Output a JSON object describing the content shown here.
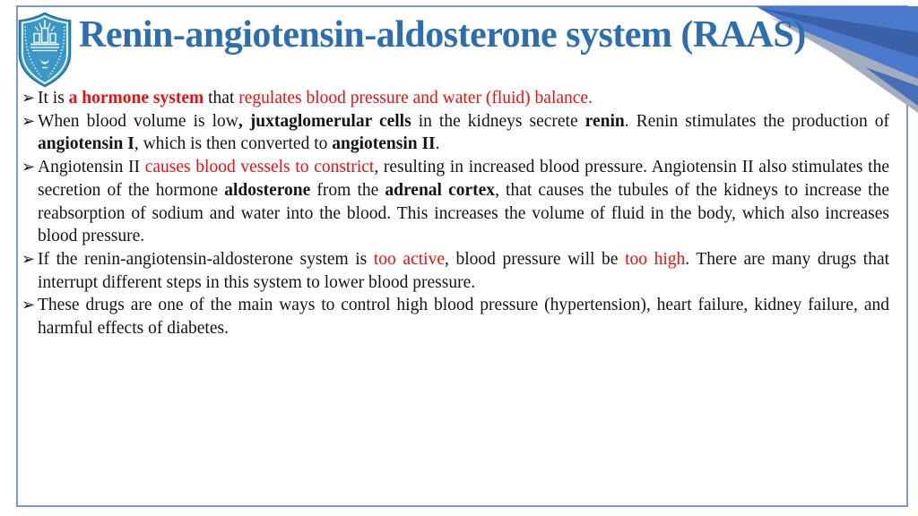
{
  "slide": {
    "title": "Renin-angiotensin-aldosterone system (RAAS)",
    "bullet_glyph": "➢",
    "colors": {
      "title_blue": "#2d6fae",
      "accent_red": "#f10d0d",
      "body_text": "#141414",
      "frame_border": "#7d99cb",
      "corner_triangle_main": "#4b79cb",
      "corner_triangle_dark": "#3a60a8",
      "corner_triangle_gray": "#a3adc0",
      "corner_triangle_lower": "#466fb8",
      "logo_blue": "#3b98c6"
    },
    "icons": {
      "logo": "university-crest-icon",
      "bullet": "arrowhead-bullet-icon",
      "corner": "corner-triangle-decoration"
    },
    "bullets": [
      {
        "segments": [
          {
            "t": "It is ",
            "s": "n"
          },
          {
            "t": "a hormone system",
            "s": "rb"
          },
          {
            "t": " that ",
            "s": "n"
          },
          {
            "t": "regulates blood pressure and water (fluid) balance.",
            "s": "r"
          }
        ]
      },
      {
        "segments": [
          {
            "t": "When blood volume is low",
            "s": "n"
          },
          {
            "t": ", juxtaglomerular cells",
            "s": "b"
          },
          {
            "t": " in the kidneys secrete ",
            "s": "n"
          },
          {
            "t": "renin",
            "s": "b"
          },
          {
            "t": ". Renin stimulates the production of ",
            "s": "n"
          },
          {
            "t": "angiotensin I",
            "s": "b"
          },
          {
            "t": ", which is then converted to ",
            "s": "n"
          },
          {
            "t": "angiotensin II",
            "s": "b"
          },
          {
            "t": ".",
            "s": "n"
          }
        ]
      },
      {
        "segments": [
          {
            "t": "Angiotensin II ",
            "s": "n"
          },
          {
            "t": "causes blood vessels to constrict",
            "s": "r"
          },
          {
            "t": ", resulting in increased blood pressure. Angiotensin II also stimulates the secretion of the hormone ",
            "s": "n"
          },
          {
            "t": "aldosterone",
            "s": "b"
          },
          {
            "t": " from the ",
            "s": "n"
          },
          {
            "t": "adrenal cortex",
            "s": "b"
          },
          {
            "t": ", that causes the tubules of the kidneys to increase the reabsorption of sodium and water into the blood. This increases the volume of fluid in the body, which also increases blood pressure.",
            "s": "n"
          }
        ]
      },
      {
        "segments": [
          {
            "t": "If the renin-angiotensin-aldosterone system is ",
            "s": "n"
          },
          {
            "t": "too active",
            "s": "r"
          },
          {
            "t": ", blood pressure will be ",
            "s": "n"
          },
          {
            "t": "too high",
            "s": "r"
          },
          {
            "t": ". There are many drugs that interrupt different steps in this system to lower blood pressure.",
            "s": "n"
          }
        ]
      },
      {
        "segments": [
          {
            "t": "These drugs are one of the main ways to control high blood pressure (hypertension), heart failure, kidney failure, and harmful effects of diabetes.",
            "s": "n"
          }
        ]
      }
    ]
  }
}
